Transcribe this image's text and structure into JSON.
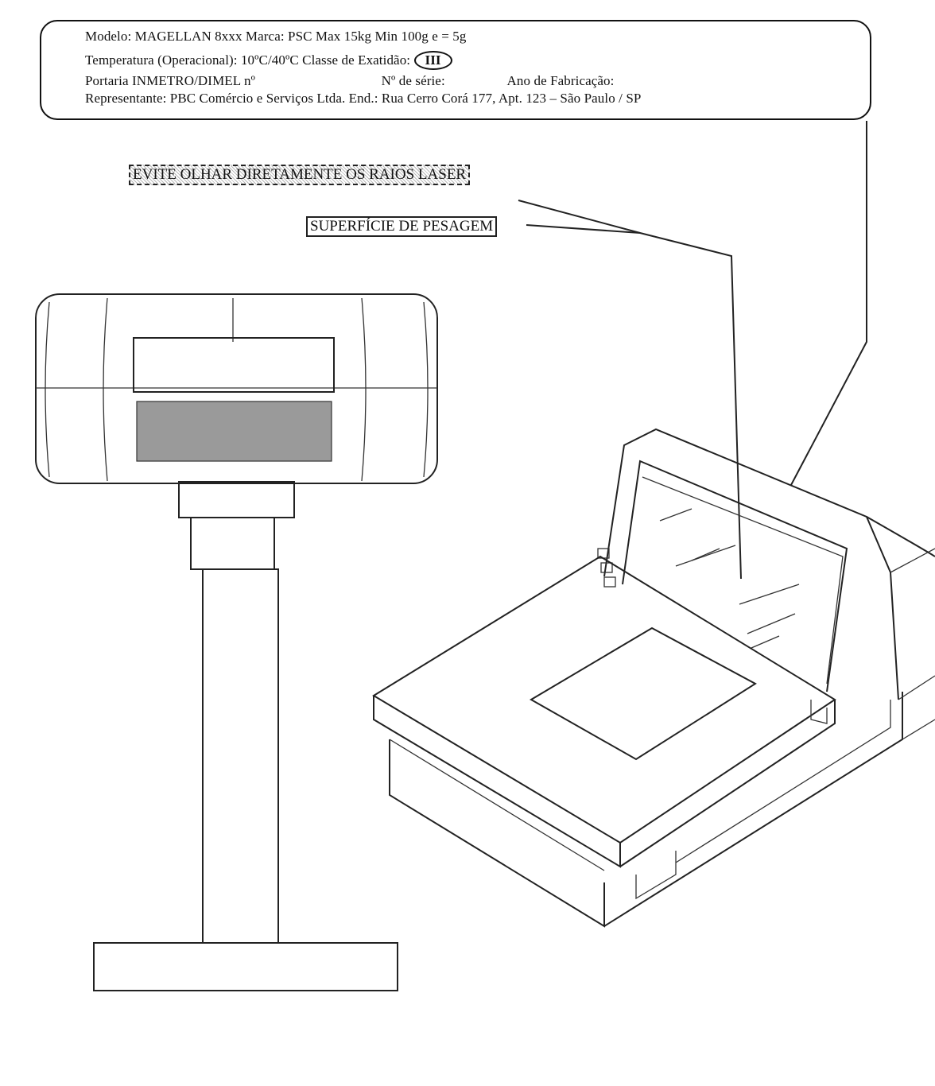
{
  "plate": {
    "line1": "Modelo: MAGELLAN 8xxx   Marca: PSC   Max 15kg   Min 100g    e = 5g",
    "line2_prefix": "Temperatura (Operacional): 10ºC/40ºC   Classe de Exatidão:",
    "accuracy_class": "III",
    "line3a": "Portaria INMETRO/DIMEL nº",
    "line3b": "Nº de série:",
    "line3c": "Ano de Fabricação:",
    "line4": "Representante: PBC Comércio e Serviços Ltda. End.: Rua Cerro Corá 177, Apt. 123 – São Paulo / SP"
  },
  "labels": {
    "laser_warning": "EVITE OLHAR DIRETAMENTE OS RAIOS LASER",
    "weighing_surface": "SUPERFÍCIE DE PESAGEM"
  },
  "colors": {
    "ink": "#222222",
    "screen": "#9a9a9a"
  },
  "icons": [
    "customer-display-pole",
    "scanner-scale"
  ]
}
